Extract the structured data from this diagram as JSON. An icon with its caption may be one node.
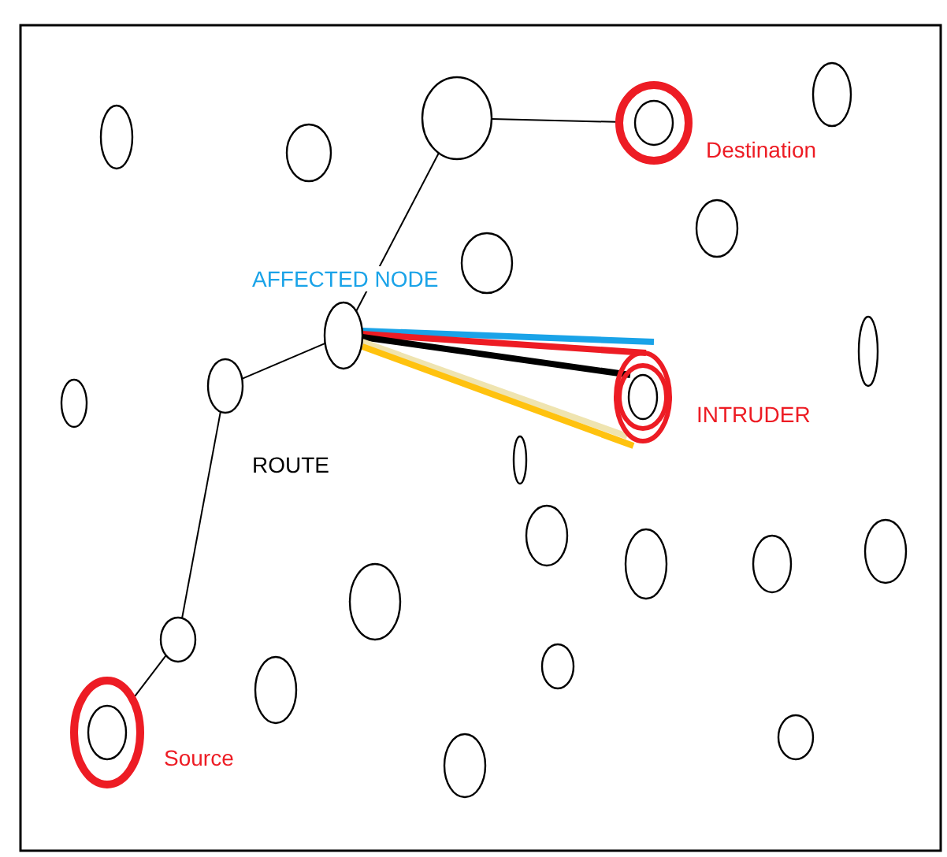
{
  "diagram": {
    "nodes": [
      {
        "text": [],
        "shape": "circle"
      },
      {
        "text": [],
        "shape": "circle"
      },
      {
        "text": [],
        "shape": "circle"
      },
      {
        "text": [],
        "shape": "circle",
        "beside": [
          "Destination"
        ]
      },
      {
        "text": [],
        "shape": "circle"
      },
      {
        "text": [],
        "shape": "circle"
      },
      {
        "text": [],
        "shape": "circle"
      },
      {
        "text": [],
        "shape": "circle",
        "beside": [
          "AFFECTED NODE"
        ]
      },
      {
        "text": [],
        "shape": "circle"
      },
      {
        "text": [],
        "shape": "circle"
      },
      {
        "text": [],
        "shape": "circle"
      },
      {
        "text": [],
        "shape": "circle",
        "beside": [
          "INTRUDER"
        ]
      },
      {
        "text": [],
        "shape": "circle"
      },
      {
        "text": [],
        "shape": "circle"
      },
      {
        "text": [],
        "shape": "circle"
      },
      {
        "text": [],
        "shape": "circle"
      },
      {
        "text": [],
        "shape": "circle"
      },
      {
        "text": [],
        "shape": "circle"
      },
      {
        "text": [],
        "shape": "circle"
      },
      {
        "text": [],
        "shape": "circle"
      },
      {
        "text": [],
        "shape": "circle"
      },
      {
        "text": [],
        "shape": "circle"
      },
      {
        "text": [],
        "shape": "circle",
        "beside": [
          "Source"
        ]
      },
      {
        "text": [],
        "shape": "circle"
      }
    ],
    "edges": [
      {
        "from": 3,
        "to": 1,
        "arrow": "none"
      },
      {
        "from": 1,
        "to": 7,
        "arrow": "none"
      },
      {
        "from": 7,
        "to": 9,
        "arrow": "none"
      },
      {
        "from": 9,
        "to": 18,
        "arrow": "none"
      },
      {
        "from": 18,
        "to": 22,
        "arrow": "none"
      },
      {
        "from": 7,
        "to": 11,
        "arrow": "none",
        "style": "thick",
        "color": "#1aa3e8"
      },
      {
        "from": 7,
        "to": 11,
        "arrow": "none",
        "style": "thick",
        "color": "#ed1c24"
      },
      {
        "from": 7,
        "to": 11,
        "arrow": "none",
        "style": "thick"
      },
      {
        "from": 7,
        "to": 11,
        "arrow": "none",
        "style": "thick",
        "color": "#efe4b0"
      },
      {
        "from": 7,
        "to": 11,
        "arrow": "none",
        "style": "thick",
        "color": "#ffc20e"
      }
    ],
    "labels": [
      "ROUTE"
    ]
  }
}
